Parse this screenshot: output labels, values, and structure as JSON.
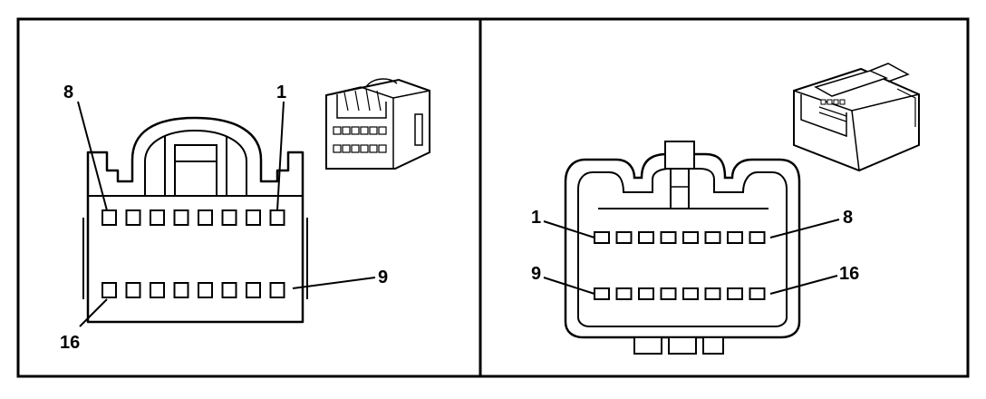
{
  "left_connector": {
    "labels": {
      "top_left": "8",
      "top_right": "1",
      "bottom_right": "9",
      "bottom_left": "16"
    },
    "top_row_pin_count": 8,
    "bottom_row_pin_count": 8
  },
  "right_connector": {
    "labels": {
      "top_left": "1",
      "top_right": "8",
      "bottom_left": "9",
      "bottom_right": "16"
    },
    "top_row_pin_count": 8,
    "bottom_row_pin_count": 8
  }
}
